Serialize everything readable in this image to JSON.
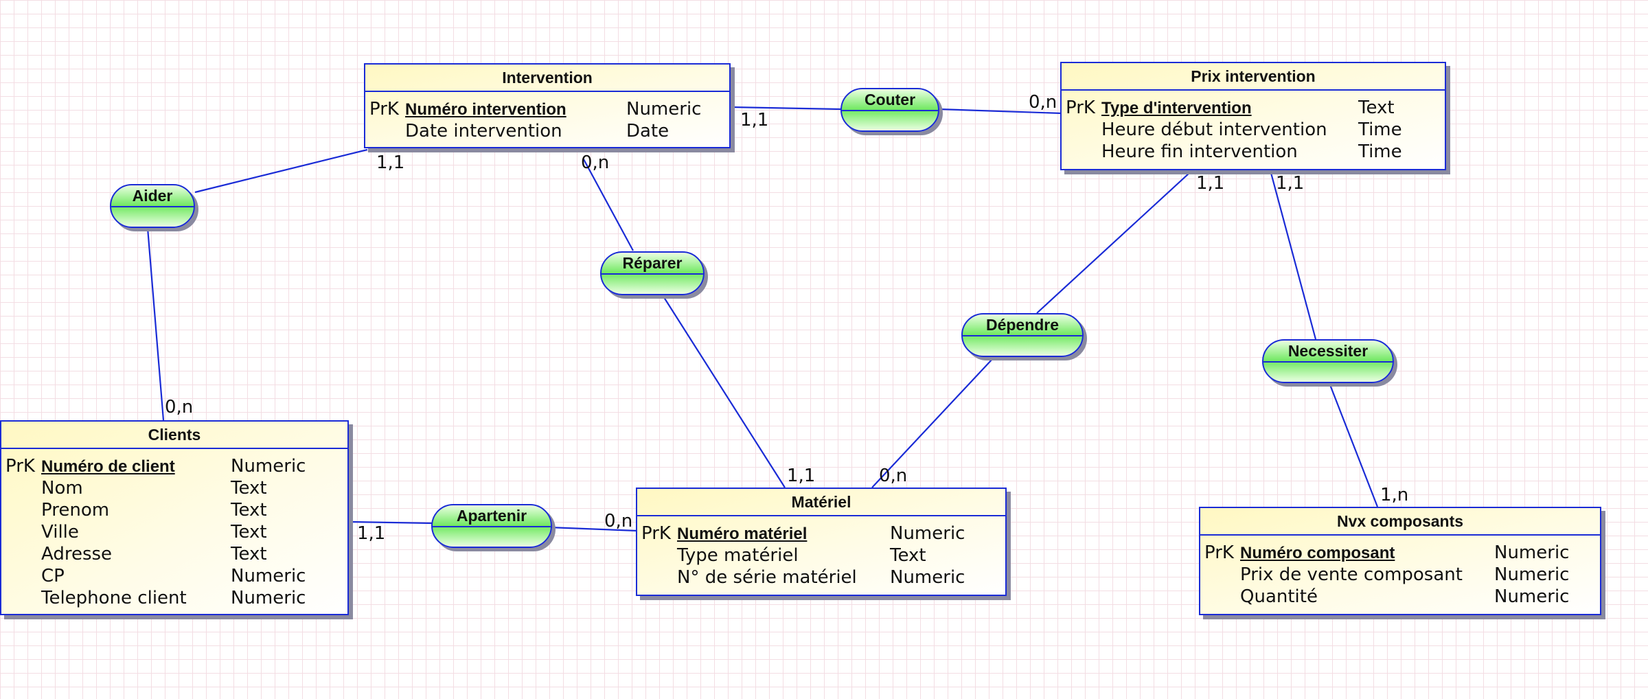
{
  "entities": {
    "intervention": {
      "title": "Intervention",
      "rows": [
        {
          "pk": "PrK",
          "name": "Numéro intervention",
          "type": "Numeric"
        },
        {
          "pk": "",
          "name": "Date intervention",
          "type": "Date"
        }
      ]
    },
    "prix_intervention": {
      "title": "Prix intervention",
      "rows": [
        {
          "pk": "PrK",
          "name": "Type d'intervention",
          "type": "Text"
        },
        {
          "pk": "",
          "name": "Heure début intervention",
          "type": "Time"
        },
        {
          "pk": "",
          "name": "Heure fin intervention",
          "type": "Time"
        }
      ]
    },
    "clients": {
      "title": "Clients",
      "rows": [
        {
          "pk": "PrK",
          "name": "Numéro de client",
          "type": "Numeric"
        },
        {
          "pk": "",
          "name": "Nom",
          "type": "Text"
        },
        {
          "pk": "",
          "name": "Prenom",
          "type": "Text"
        },
        {
          "pk": "",
          "name": "Ville",
          "type": "Text"
        },
        {
          "pk": "",
          "name": "Adresse",
          "type": "Text"
        },
        {
          "pk": "",
          "name": "CP",
          "type": "Numeric"
        },
        {
          "pk": "",
          "name": "Telephone client",
          "type": "Numeric"
        }
      ]
    },
    "materiel": {
      "title": "Matériel",
      "rows": [
        {
          "pk": "PrK",
          "name": "Numéro matériel",
          "type": "Numeric"
        },
        {
          "pk": "",
          "name": "Type matériel",
          "type": "Text"
        },
        {
          "pk": "",
          "name": "N° de série matériel",
          "type": "Numeric"
        }
      ]
    },
    "nvx_composants": {
      "title": "Nvx composants",
      "rows": [
        {
          "pk": "PrK",
          "name": "Numéro composant",
          "type": "Numeric"
        },
        {
          "pk": "",
          "name": "Prix de vente composant",
          "type": "Numeric"
        },
        {
          "pk": "",
          "name": "Quantité",
          "type": "Numeric"
        }
      ]
    }
  },
  "relations": {
    "couter": "Couter",
    "aider": "Aider",
    "reparer": "Réparer",
    "dependre": "Dépendre",
    "necessiter": "Necessiter",
    "apartenir": "Apartenir"
  },
  "cardinalities": {
    "intervention_couter": "1,1",
    "prix_couter": "0,n",
    "intervention_aider": "1,1",
    "intervention_reparer": "0,n",
    "clients_aider": "0,n",
    "prix_dependre": "1,1",
    "prix_necessiter": "1,1",
    "materiel_reparer": "1,1",
    "materiel_dependre": "0,n",
    "clients_apartenir": "1,1",
    "materiel_apartenir": "0,n",
    "nvx_necessiter": "1,n"
  },
  "colors": {
    "line": "#1a2bd6",
    "entity_fill": "#fff8c2",
    "relation_fill": "#70e860"
  }
}
